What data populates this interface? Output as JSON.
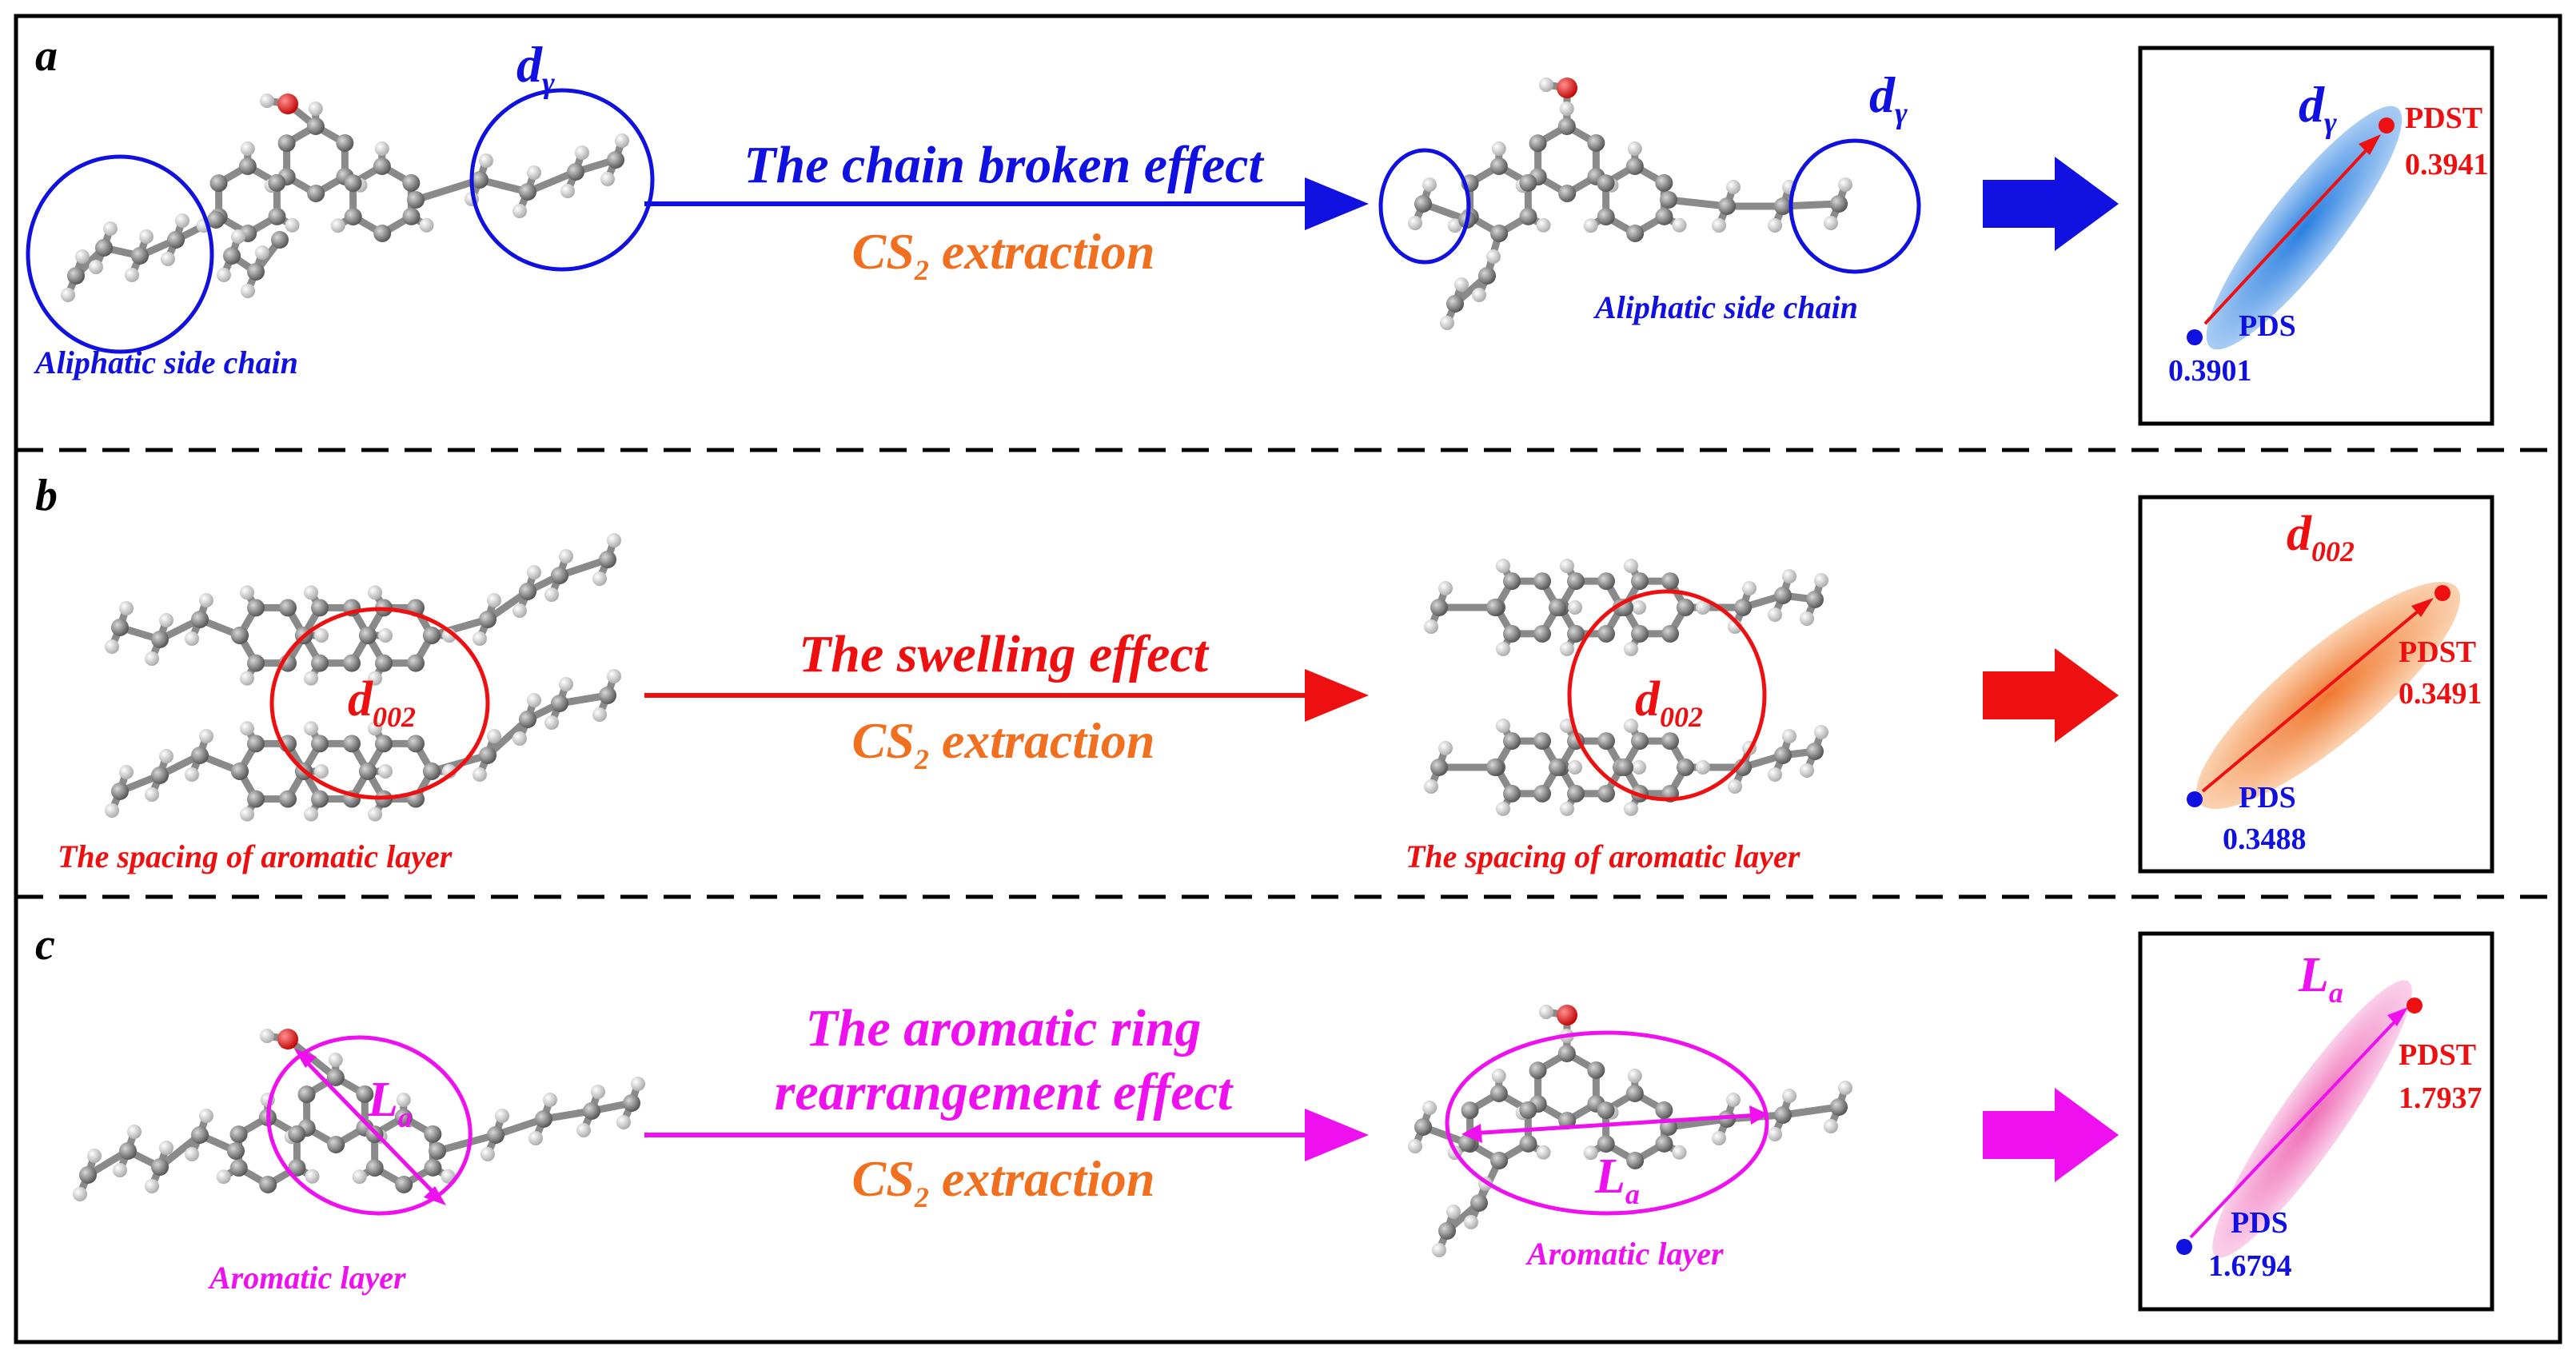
{
  "panels": [
    {
      "letter": "a",
      "effect_lines": [
        "The chain broken effect"
      ],
      "extraction_main": "CS",
      "extraction_sub": "2",
      "extraction_tail": " extraction",
      "left_caption": "Aliphatic side chain",
      "right_caption": "Aliphatic side chain",
      "param_main": "d",
      "param_sub": "γ",
      "start_label": "PDS",
      "start_value": "0.3901",
      "end_label": "PDST",
      "end_value": "0.3941",
      "color": "#1010e0",
      "ellipse_color": "#3b8fe0"
    },
    {
      "letter": "b",
      "effect_lines": [
        "The swelling effect"
      ],
      "extraction_main": "CS",
      "extraction_sub": "2",
      "extraction_tail": " extraction",
      "left_caption": "The spacing of aromatic layer",
      "right_caption": "The spacing of aromatic layer",
      "param_main": "d",
      "param_sub": "002",
      "start_label": "PDS",
      "start_value": "0.3488",
      "end_label": "PDST",
      "end_value": "0.3491",
      "color": "#ee1010",
      "ellipse_color": "#f08a40"
    },
    {
      "letter": "c",
      "effect_lines": [
        "The aromatic ring",
        "rearrangement effect"
      ],
      "extraction_main": "CS",
      "extraction_sub": "2",
      "extraction_tail": " extraction",
      "left_caption": "Aromatic layer",
      "right_caption": "Aromatic layer",
      "param_main": "L",
      "param_sub": "a",
      "start_label": "PDS",
      "start_value": "1.6794",
      "end_label": "PDST",
      "end_value": "1.7937",
      "color": "#ee10ee",
      "ellipse_color": "#f080c0"
    }
  ],
  "colors": {
    "extraction": "#f07020",
    "pds": "#1010e0",
    "pdst": "#ee1010",
    "atom_carbon": "#808080",
    "atom_hydrogen": "#e8e8e8",
    "atom_oxygen": "#ee1010"
  }
}
